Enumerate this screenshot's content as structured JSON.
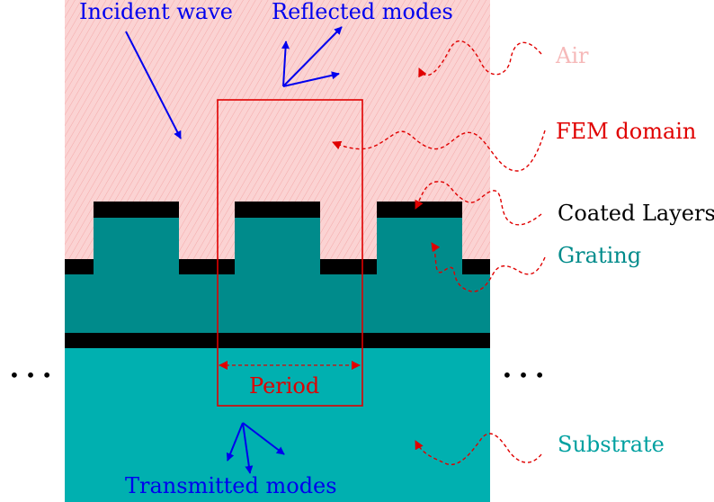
{
  "labels": {
    "incident_wave": "Incident wave",
    "reflected_modes": "Reflected modes",
    "transmitted_modes": "Transmitted modes",
    "period": "Period",
    "air": "Air",
    "fem_domain": "FEM domain",
    "coated_layers": "Coated Layers",
    "grating": "Grating",
    "substrate": "Substrate",
    "ellipsis_left": "• • •",
    "ellipsis_right": "• • •"
  },
  "colors": {
    "air": "#fbd3d3",
    "air_hatch": "#f4a9a9",
    "grating": "#008b8b",
    "substrate": "#00b0b0",
    "coating": "#000000",
    "fem_domain": "#e00000",
    "arrows": "#0000ee",
    "air_label": "#f6b9b9",
    "fem_label": "#e00000",
    "coated_label": "#000000",
    "grating_label": "#008b8b",
    "substrate_label": "#00a0a0"
  }
}
